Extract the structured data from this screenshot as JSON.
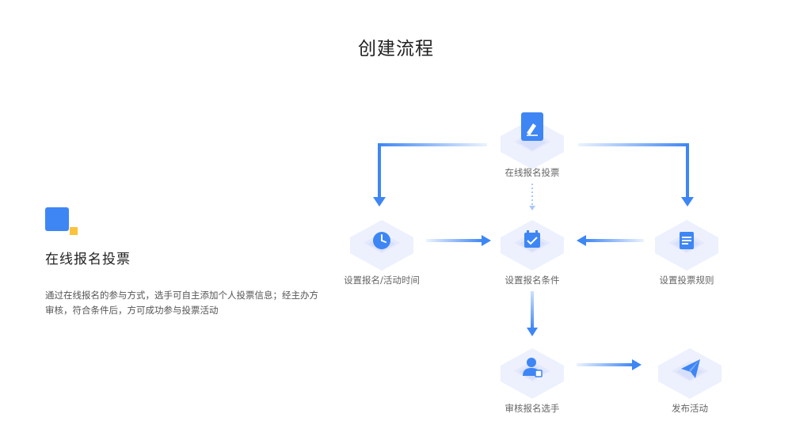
{
  "page": {
    "title": "创建流程"
  },
  "info": {
    "title": "在线报名投票",
    "description": "通过在线报名的参与方式，选手可自主添加个人投票信息；经主办方审核，符合条件后，方可成功参与投票活动"
  },
  "flow": {
    "nodes": {
      "online_signup_vote": {
        "label": "在线报名投票",
        "icon": "document-icon"
      },
      "set_signup_time": {
        "label": "设置报名/活动时间",
        "icon": "clock-icon"
      },
      "set_signup_conditions": {
        "label": "设置报名条件",
        "icon": "calendar-check-icon"
      },
      "set_vote_rules": {
        "label": "设置投票规则",
        "icon": "list-document-icon"
      },
      "review_candidates": {
        "label": "审核报名选手",
        "icon": "user-review-icon"
      },
      "publish_activity": {
        "label": "发布活动",
        "icon": "paper-plane-icon"
      }
    }
  },
  "colors": {
    "accent": "#3e86f4",
    "accent_light": "#a9c8fb",
    "logo_yellow": "#fbc23a",
    "tile_face": "#eef1fd",
    "tile_side": "#dfe3fb"
  }
}
